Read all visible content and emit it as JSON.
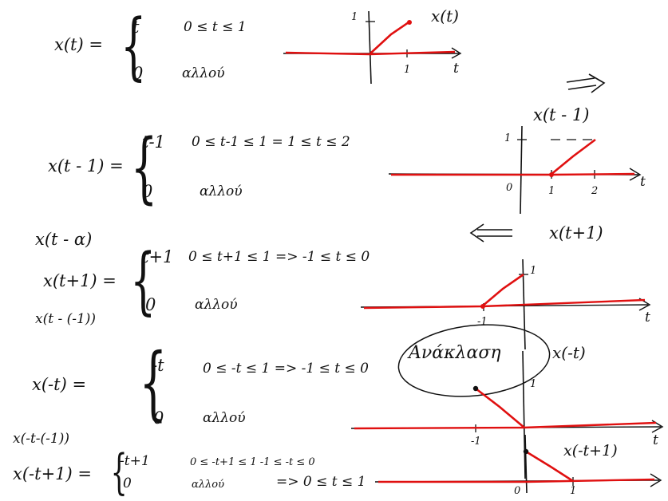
{
  "block1": {
    "lhs": "x(t) =",
    "case1_expr": "t",
    "case1_cond": "0 ≤ t ≤ 1",
    "case2_expr": "0",
    "case2_cond": "αλλού"
  },
  "graph1": {
    "title": "x(t)",
    "y_tick": "1",
    "x_tick": "1",
    "axis_label": "t"
  },
  "arrow_right_label": "=>",
  "block2": {
    "lhs": "x(t - 1) =",
    "case1_expr": "t-1",
    "case1_cond": "0 ≤ t-1 ≤ 1  =  1 ≤ t ≤ 2",
    "case2_expr": "0",
    "case2_cond": "αλλού"
  },
  "graph2": {
    "title": "x(t - 1)",
    "y_tick": "1",
    "origin": "0",
    "x_tick1": "1",
    "x_tick2": "2",
    "axis_label": "t"
  },
  "shift_note": "x(t - α)",
  "arrow_left_label": "<=",
  "block3": {
    "lhs": "x(t+1) =",
    "lhs_alt": "x(t - (-1))",
    "case1_expr": "t+1",
    "case1_cond": "0 ≤ t+1 ≤ 1 => -1 ≤ t ≤ 0",
    "case2_expr": "0",
    "case2_cond": "αλλού"
  },
  "graph3": {
    "title": "x(t+1)",
    "y_tick": "1",
    "x_tick": "-1",
    "axis_label": "t"
  },
  "block4": {
    "lhs": "x(-t)  =",
    "case1_expr": "-t",
    "case1_cond": "0 ≤ -t ≤ 1 => -1 ≤ t ≤ 0",
    "case2_expr": "0",
    "case2_cond": "αλλού"
  },
  "graph4": {
    "title": "x(-t)",
    "circled_label": "Ανάκλαση",
    "y_tick": "1",
    "x_tick": "-1",
    "axis_label": "t"
  },
  "block5": {
    "lhs_note": "x(-t-(-1))",
    "lhs": "x(-t+1) =",
    "case1_expr": "-t+1",
    "case1_cond": "0 ≤ -t+1 ≤ 1   -1 ≤ -t ≤ 0",
    "case2_expr": "0",
    "case2_cond": "αλλού",
    "result": "=> 0 ≤ t ≤ 1"
  },
  "graph5": {
    "title": "x(-t+1)",
    "origin": "0",
    "x_tick": "1"
  },
  "colors": {
    "ink": "#111111",
    "signal": "#e01010"
  }
}
